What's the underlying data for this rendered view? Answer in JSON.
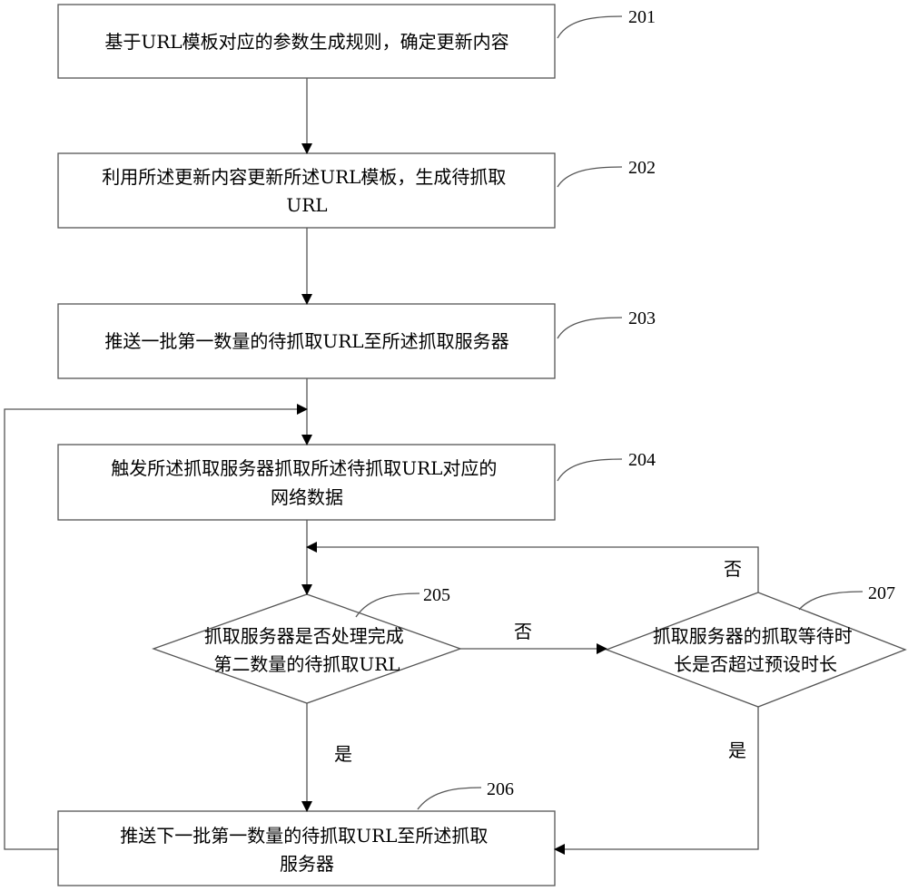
{
  "steps": {
    "s201": {
      "ref": "201",
      "lines": [
        "基于URL模板对应的参数生成规则，确定更新内容"
      ]
    },
    "s202": {
      "ref": "202",
      "lines": [
        "利用所述更新内容更新所述URL模板，生成待抓取",
        "URL"
      ]
    },
    "s203": {
      "ref": "203",
      "lines": [
        "推送一批第一数量的待抓取URL至所述抓取服务器"
      ]
    },
    "s204": {
      "ref": "204",
      "lines": [
        "触发所述抓取服务器抓取所述待抓取URL对应的",
        "网络数据"
      ]
    },
    "s205": {
      "ref": "205",
      "lines": [
        "抓取服务器是否处理完成",
        "第二数量的待抓取URL"
      ]
    },
    "s206": {
      "ref": "206",
      "lines": [
        "推送下一批第一数量的待抓取URL至所述抓取",
        "服务器"
      ]
    },
    "s207": {
      "ref": "207",
      "lines": [
        "抓取服务器的抓取等待时",
        "长是否超过预设时长"
      ]
    }
  },
  "edge_labels": {
    "no_205_to_207": "否",
    "no_207_loop": "否",
    "yes_205_to_206": "是",
    "yes_207_to_206": "是"
  },
  "colors": {
    "stroke": "#555555",
    "text": "#000000",
    "background": "#ffffff"
  }
}
